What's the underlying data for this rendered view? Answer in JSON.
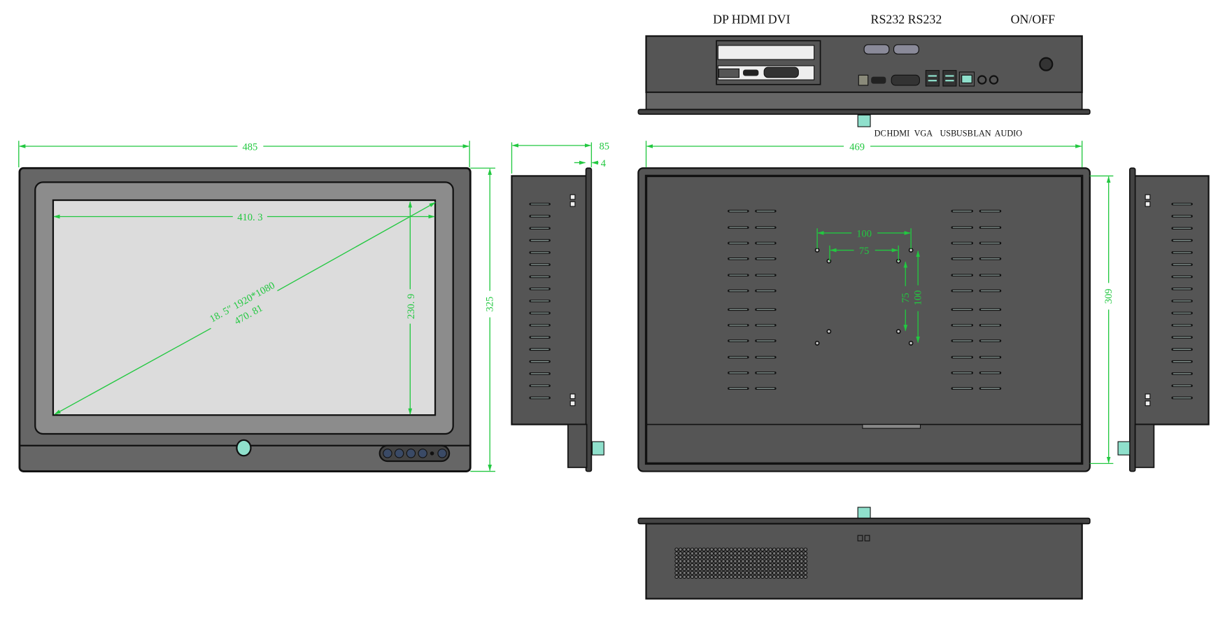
{
  "top_view": {
    "labels": {
      "video": "DP HDMI DVI",
      "serial": "RS232 RS232",
      "power": "ON/OFF"
    },
    "bottom_labels": {
      "dc": "DC",
      "hdmi": "HDMI",
      "vga": "VGA",
      "usb1": "USB",
      "usb2": "USB",
      "lan": "LAN",
      "audio": "AUDIO"
    }
  },
  "front_view": {
    "width": "485",
    "height": "325",
    "screen_width": "410. 3",
    "screen_height": "230. 9",
    "diagonal_spec": "18. 5″ 1920*1080",
    "diagonal_length": "470. 81"
  },
  "side_view": {
    "depth": "85",
    "flange": "4"
  },
  "back_view": {
    "width": "469",
    "height": "309",
    "vesa_outer_h": "100",
    "vesa_inner_h": "75",
    "vesa_inner_v": "75",
    "vesa_outer_v": "100"
  },
  "colors": {
    "dimension": "#22c840",
    "body": "#555555",
    "accent_teal": "#8fe0cc"
  }
}
